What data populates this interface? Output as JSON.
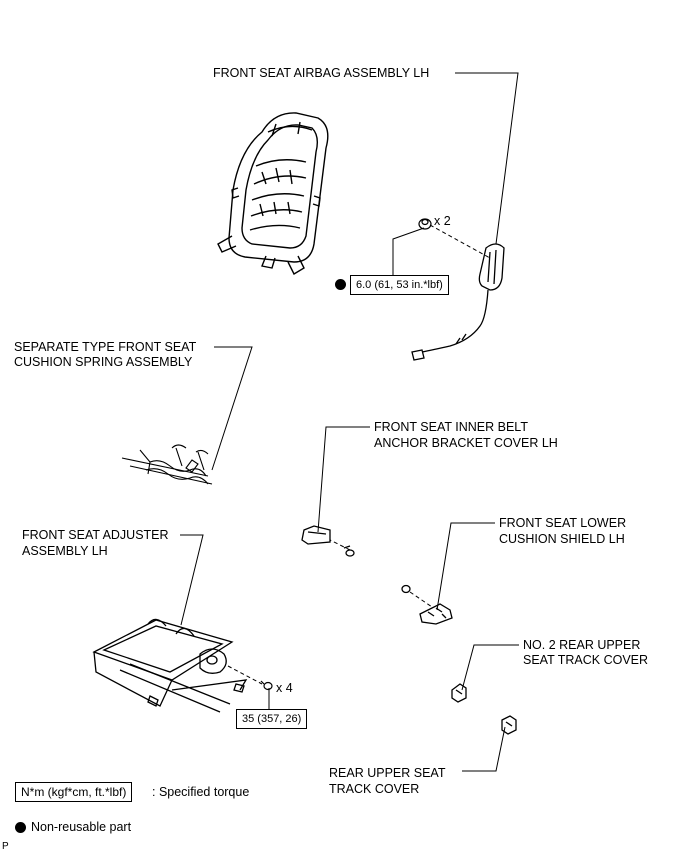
{
  "labels": {
    "airbag": "FRONT SEAT AIRBAG ASSEMBLY LH",
    "cushion_spring_1": "SEPARATE TYPE FRONT SEAT",
    "cushion_spring_2": "CUSHION SPRING ASSEMBLY",
    "belt_cover_1": "FRONT SEAT INNER BELT",
    "belt_cover_2": "ANCHOR BRACKET COVER LH",
    "adjuster_1": "FRONT SEAT ADJUSTER",
    "adjuster_2": "ASSEMBLY LH",
    "lower_shield_1": "FRONT SEAT LOWER",
    "lower_shield_2": "CUSHION SHIELD LH",
    "no2_track_1": "NO. 2 REAR UPPER",
    "no2_track_2": "SEAT TRACK COVER",
    "rear_track_1": "REAR UPPER SEAT",
    "rear_track_2": "TRACK COVER"
  },
  "quantities": {
    "nut_qty": "x 2",
    "bolt_qty": "x 4"
  },
  "torques": {
    "airbag_nut": "6.0 (61, 53 in.*lbf)",
    "adjuster_bolt": "35 (357, 26)"
  },
  "legend": {
    "torque_unit": "N*m (kgf*cm, ft.*lbf)",
    "torque_desc": ": Specified torque",
    "non_reusable": "Non-reusable part"
  },
  "footer_code": "P"
}
